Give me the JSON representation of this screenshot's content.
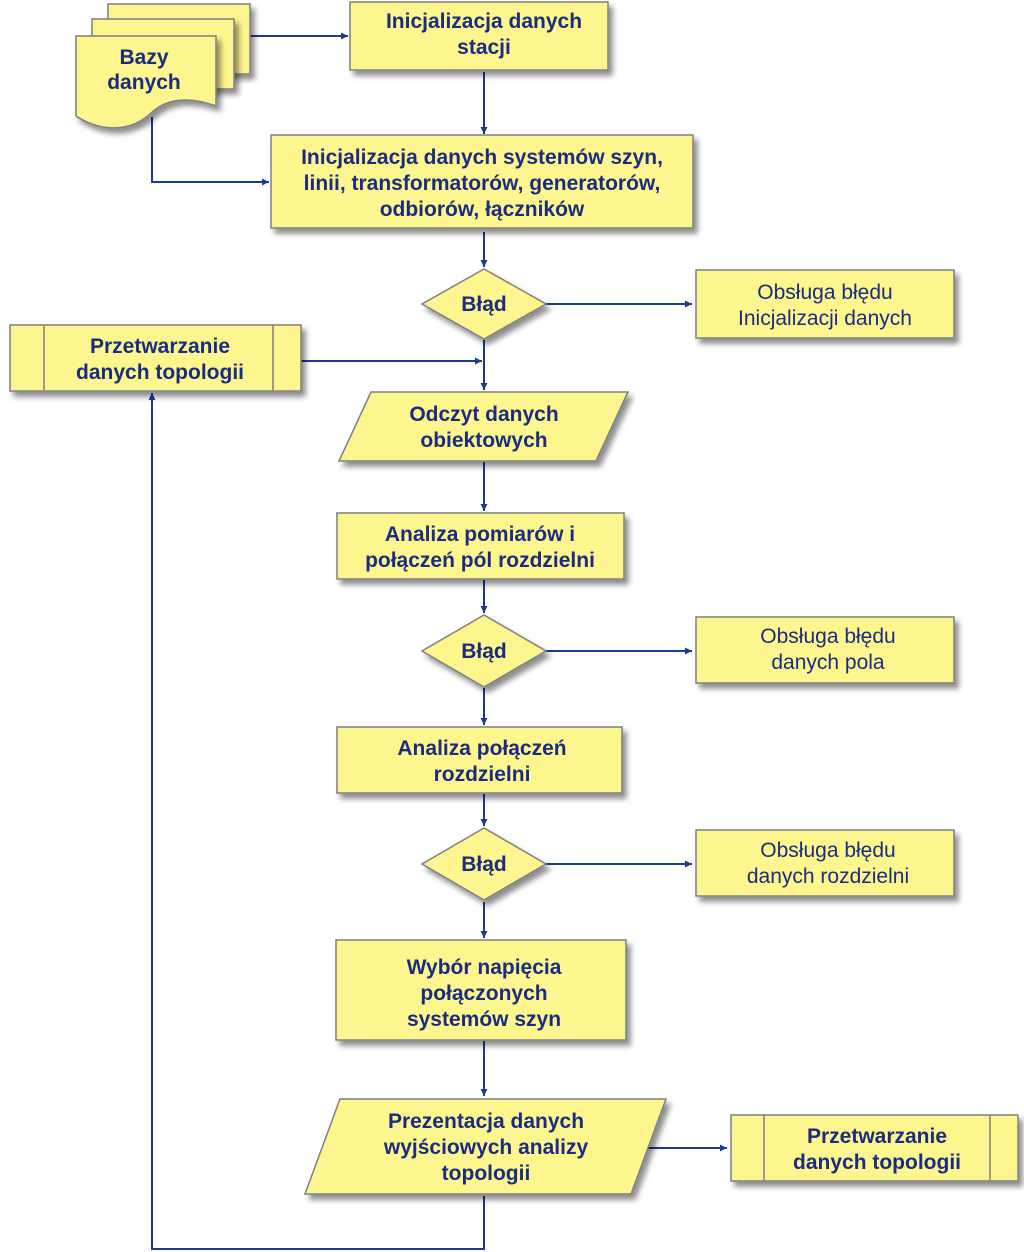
{
  "nodes": {
    "bazy_danych": {
      "lines": [
        "Bazy",
        "danych"
      ]
    },
    "inicjalizacja_stacji": {
      "lines": [
        "Inicjalizacja danych",
        "stacji"
      ]
    },
    "inicjalizacja_systemow": {
      "lines": [
        "Inicjalizacja danych systemów szyn,",
        "linii, transformatorów, generatorów,",
        "odbiorów, łączników"
      ]
    },
    "blad_1": {
      "lines": [
        "Błąd"
      ]
    },
    "obsluga_bledu_inicjalizacji": {
      "lines": [
        "Obsługa błędu",
        "Inicjalizacji danych"
      ]
    },
    "przetwarzanie_topologii_1": {
      "lines": [
        "Przetwarzanie",
        "danych topologii"
      ]
    },
    "odczyt_danych": {
      "lines": [
        "Odczyt danych",
        "obiektowych"
      ]
    },
    "analiza_pomiarow": {
      "lines": [
        "Analiza pomiarów i",
        "połączeń pól rozdzielni"
      ]
    },
    "blad_2": {
      "lines": [
        "Błąd"
      ]
    },
    "obsluga_bledu_pola": {
      "lines": [
        "Obsługa błędu",
        "danych pola"
      ]
    },
    "analiza_polaczen": {
      "lines": [
        "Analiza połączeń",
        "rozdzielni"
      ]
    },
    "blad_3": {
      "lines": [
        "Błąd"
      ]
    },
    "obsluga_bledu_rozdzielni": {
      "lines": [
        "Obsługa błędu",
        "danych rozdzielni"
      ]
    },
    "wybor_napiecia": {
      "lines": [
        "Wybór napięcia",
        "połączonych",
        "systemów szyn"
      ]
    },
    "prezentacja_danych": {
      "lines": [
        "Prezentacja danych",
        "wyjściowych analizy",
        "topologii"
      ]
    },
    "przetwarzanie_topologii_2": {
      "lines": [
        "Przetwarzanie",
        "danych topologii"
      ]
    }
  },
  "colors": {
    "fill": "#fdf68f",
    "outline": "#7f7f7f",
    "arrow": "#1a3a93",
    "text": "#1a2c80"
  }
}
